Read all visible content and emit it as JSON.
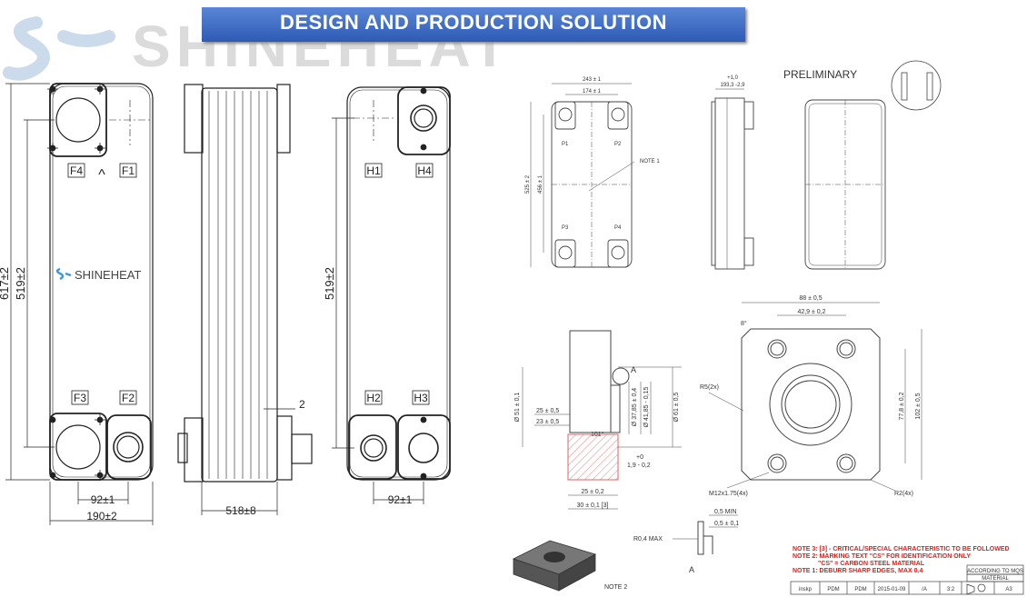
{
  "header": {
    "banner": "DESIGN AND PRODUCTION SOLUTION",
    "watermark": "SHINEHEAT"
  },
  "front_view": {
    "brand": "SHINEHEAT",
    "ports": [
      "F4",
      "F1",
      "F3",
      "F2"
    ],
    "arrow": "^",
    "dims": {
      "height_total": "617±2",
      "height_ports": "519±2",
      "width_ports": "92±1",
      "width_total": "190±2"
    }
  },
  "side_view": {
    "dims": {
      "depth": "518±8",
      "gap": "2"
    }
  },
  "back_view": {
    "ports": [
      "H1",
      "H4",
      "H2",
      "H3"
    ],
    "dims": {
      "height_ports": "519±2",
      "width_ports": "92±1"
    }
  },
  "drawing_top": {
    "preliminary": "PRELIMINARY",
    "dims": [
      "243 ± 1",
      "174 ± 1",
      "525 ± 2",
      "456 ± 1",
      "+1,0",
      "193,3 -2,9"
    ],
    "ports": [
      "P1",
      "P2",
      "P3",
      "P4"
    ],
    "note": "NOTE 1"
  },
  "flange_drawing": {
    "dims": [
      "88 ± 0,5",
      "42,9 ± 0,2",
      "8°",
      "R5(2x)",
      "77,8 ± 0,2",
      "102 ± 0,5",
      "M12x1.75(4x)",
      "R2(4x)"
    ]
  },
  "section_drawing": {
    "label_a": "A",
    "dims": [
      "25 ± 0,5",
      "23 ± 0,5",
      "101°",
      "Ø 51 ± 0,1",
      "Ø 37,85 ± 0,4",
      "Ø 41,85 - 0,15",
      "Ø 61 ± 0,5",
      "+0",
      "1,9 - 0,2",
      "25 ± 0,2",
      "30 ± 0,1 [3]"
    ]
  },
  "detail_drawing": {
    "dims": [
      "R0,4 MAX",
      "0,5 MIN",
      "0,5 ± 0,1"
    ],
    "label_a": "A",
    "note2": "NOTE 2"
  },
  "notes": [
    "NOTE 3: [3] - CRITICAL/SPECIAL CHARACTERISTIC TO BE FOLLOWED",
    "NOTE 2: MARKING TEXT \"CS\" FOR IDENTIFICATION ONLY",
    "\"CS\" = CARBON STEEL MATERIAL",
    "NOTE 1: DEBURR SHARP EDGES, MAX 0.4"
  ],
  "title_block": {
    "according": "ACCORDING TO MQS",
    "material": "MATERIAL",
    "cells": [
      "inskp",
      "PDM",
      "PDM",
      "2015-01-09",
      "/A",
      "3:2",
      "A3"
    ]
  },
  "colors": {
    "banner": "#2d5ab5",
    "note_red": "#e0201b",
    "hatch": "#e88080",
    "brand_blue": "#3a9ad9"
  }
}
